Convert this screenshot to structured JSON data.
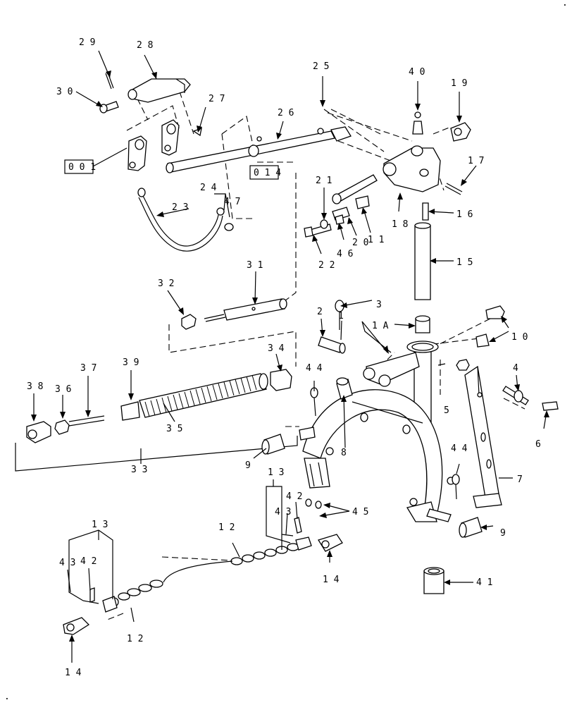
{
  "callouts": {
    "c1": "1",
    "c1A": "1 A",
    "c2": "2",
    "c3": "3",
    "c4": "4",
    "c5": "5",
    "c6": "6",
    "c7": "7",
    "c8": "8",
    "c9a": "9",
    "c9b": "9",
    "c10": "1 0",
    "c11": "1 1",
    "c12a": "1 2",
    "c12b": "1 2",
    "c13a": "1 3",
    "c13b": "1 3",
    "c14a": "1 4",
    "c14b": "1 4",
    "c15": "1 5",
    "c16": "1 6",
    "c17": "1 7",
    "c18": "1 8",
    "c19": "1 9",
    "c20": "2 0",
    "c21": "2 1",
    "c22": "2 2",
    "c23": "2 3",
    "c24": "2 4",
    "c25": "2 5",
    "c26": "2 6",
    "c27": "2 7",
    "c28": "2 8",
    "c29": "2 9",
    "c30": "3 0",
    "c31": "3 1",
    "c32": "3 2",
    "c33": "3 3",
    "c34": "3 4",
    "c35": "3 5",
    "c36": "3 6",
    "c37": "3 7",
    "c38": "3 8",
    "c39": "3 9",
    "c40": "4 0",
    "c41": "4 1",
    "c42a": "4 2",
    "c42b": "4 2",
    "c43a": "4 3",
    "c43b": "4 3",
    "c44a": "4 4",
    "c44b": "4 4",
    "c45": "4 5",
    "c46": "4 6",
    "c47": "4 7"
  },
  "ref_boxes": {
    "box001": "0 0 1",
    "box014": "0 1 4"
  },
  "corner_marks": {
    "top_right": ".",
    "bottom_left": "."
  }
}
